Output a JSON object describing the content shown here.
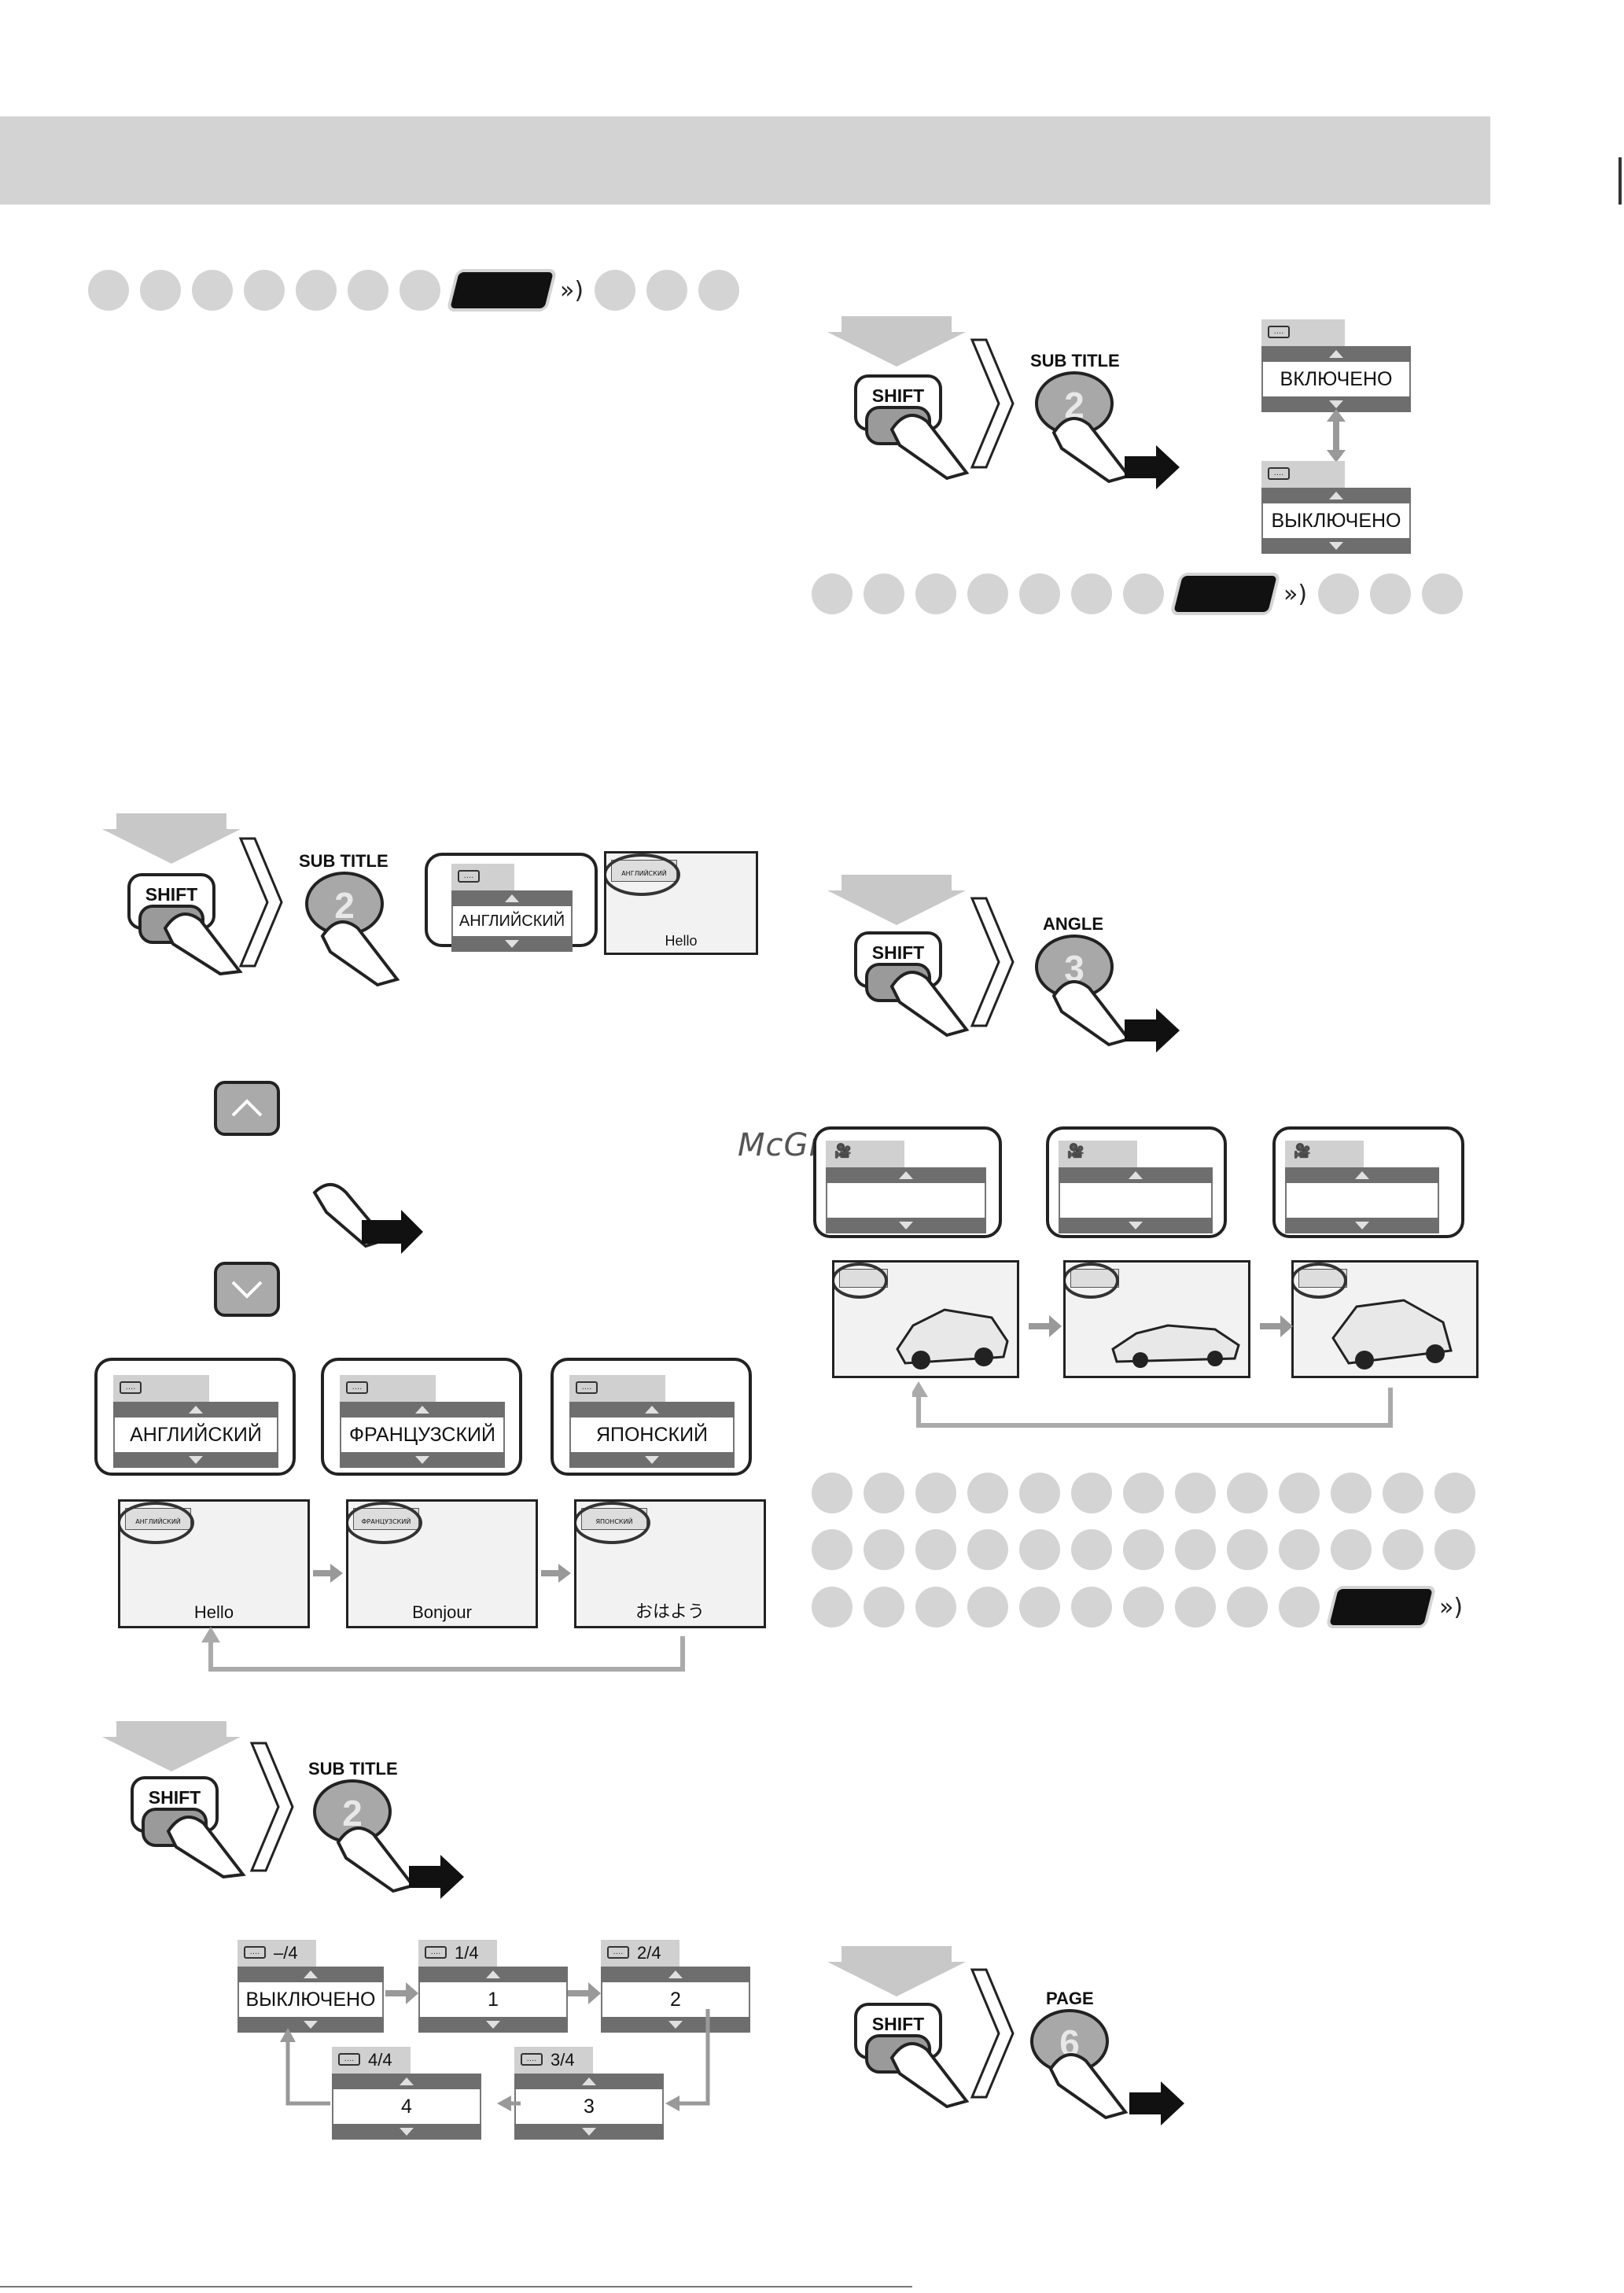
{
  "watermark": "McGrp.Ru",
  "buttons": {
    "shift": "SHIFT",
    "subtitle_caption": "SUB TITLE",
    "angle_caption": "ANGLE",
    "page_caption": "PAGE",
    "num_2": "2",
    "num_3": "3",
    "num_6": "6"
  },
  "icons": {
    "subtitle": "subtitle-icon",
    "angle": "camera-icon",
    "remote": "remote-signal-icon"
  },
  "osd": {
    "lang_english": "АНГЛИЙСКИЙ",
    "lang_french": "ФРАНЦУЗСКИЙ",
    "lang_japanese": "ЯПОНСКИЙ",
    "on": "ВКЛЮЧЕНО",
    "off": "ВЫКЛЮЧЕНО",
    "subtitle_cycle": [
      {
        "page": "–/4",
        "value": "ВЫКЛЮЧЕНО"
      },
      {
        "page": "1/4",
        "value": "1"
      },
      {
        "page": "2/4",
        "value": "2"
      },
      {
        "page": "3/4",
        "value": "3"
      },
      {
        "page": "4/4",
        "value": "4"
      }
    ]
  },
  "scenes": {
    "hello": "Hello",
    "bonjour": "Bonjour",
    "ohayou": "おはよう"
  },
  "colors": {
    "band": "#d3d3d3",
    "dot": "#d4d4d4",
    "button_gray": "#a8a8a8",
    "ink": "#111111"
  }
}
